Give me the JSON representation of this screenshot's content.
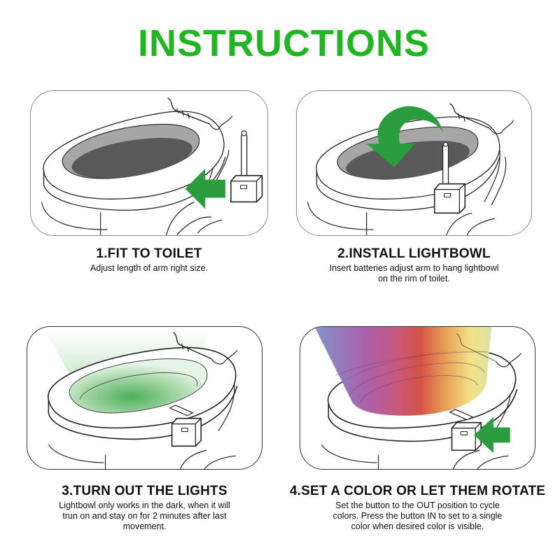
{
  "header": {
    "title": "INSTRUCTIONS",
    "title_color": "#22b522"
  },
  "colors": {
    "arrow_green": "#2a9d3e",
    "bowl_gray_outer": "#a6a6a6",
    "bowl_gray_inner": "#595959",
    "night_glow_green": "#4caf5a",
    "rainbow": [
      "#7b8ec8",
      "#a55aa8",
      "#c2507a",
      "#d24a3a",
      "#e8a050",
      "#f0e080",
      "#dce0a0"
    ]
  },
  "steps": [
    {
      "number": "1",
      "heading": "1.FIT TO TOILET",
      "description": "Adjust length of arm right size.",
      "illustration": "toilet-with-detached-light-and-left-arrow"
    },
    {
      "number": "2",
      "heading": "2.INSTALL LIGHTBOWL",
      "description_lines": [
        "Insert batteries adjust arm to hang lightbowl",
        "on the rim of toilet."
      ],
      "illustration": "toilet-with-curved-down-arrow-and-mounted-light"
    },
    {
      "number": "3",
      "heading": "3.TURN OUT THE LIGHTS",
      "description_lines": [
        "Lightbowl only works in the dark, when it will",
        "trun on and stay on for 2 minutes after last",
        "movement."
      ],
      "illustration": "toilet-with-green-glow"
    },
    {
      "number": "4",
      "heading": "4.SET A COLOR OR LET THEM ROTATE",
      "description_lines": [
        "Set the button to the OUT position to cycle",
        "colors. Press the button IN to set to a single",
        "color when desired color is visible."
      ],
      "illustration": "toilet-with-rainbow-glow-and-button-arrow"
    }
  ]
}
